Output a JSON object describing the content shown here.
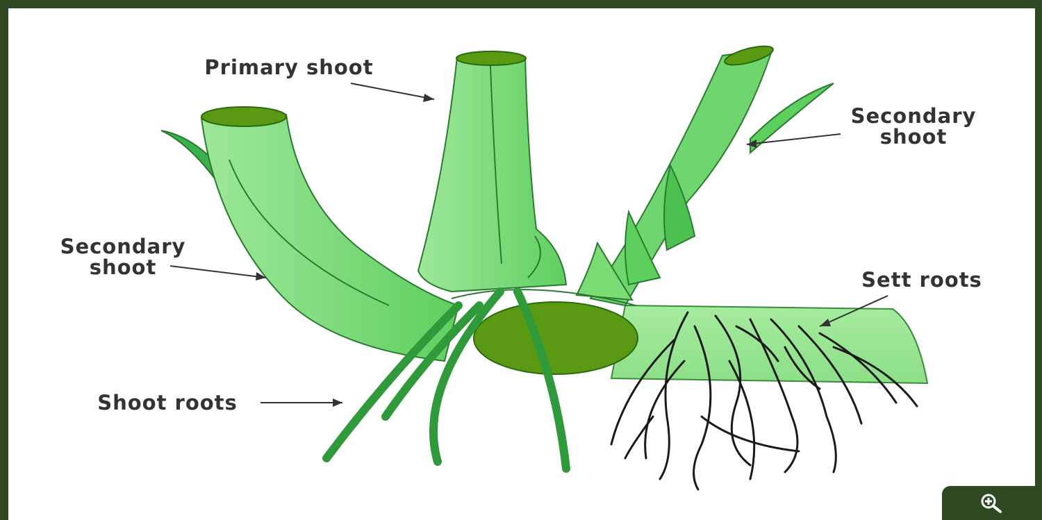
{
  "diagram": {
    "labels": {
      "primary_shoot": "Primary shoot",
      "secondary_shoot_right_line1": "Secondary",
      "secondary_shoot_right_line2": "shoot",
      "secondary_shoot_left_line1": "Secondary",
      "secondary_shoot_left_line2": "shoot",
      "sett_roots": "Sett roots",
      "shoot_roots": "Shoot roots"
    },
    "colors": {
      "frame": "#2f4a22",
      "light_green": "#8fe08a",
      "mid_green": "#5ccf5c",
      "dark_green": "#2e9a3a",
      "olive_bud": "#5a9a12",
      "root_black": "#1a1a1a"
    }
  },
  "controls": {
    "zoom_icon": "zoom-in-icon"
  }
}
